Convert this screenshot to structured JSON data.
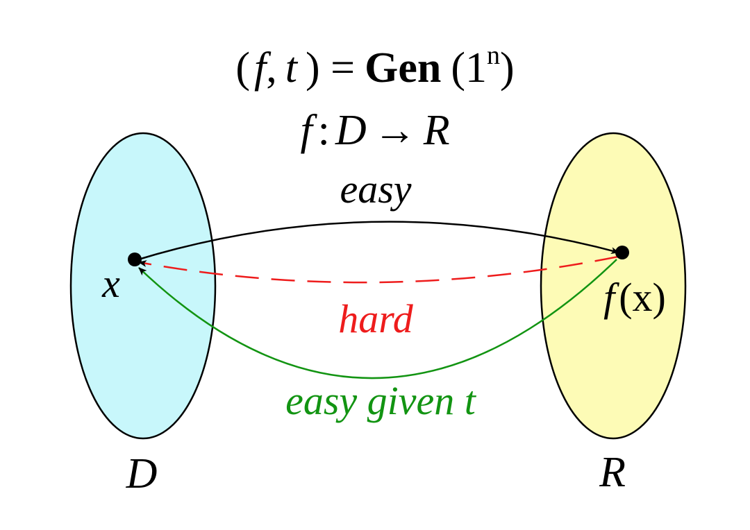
{
  "header": {
    "gen_left_paren": "(",
    "gen_f": "f",
    "gen_comma": ",",
    "gen_t": "t",
    "gen_right_paren_eq": ") =",
    "gen_word": "Gen",
    "gen_arg_open": "(1",
    "gen_superscript": "n",
    "gen_arg_close": ")",
    "map_f": "f",
    "map_colon": ":",
    "map_domain": "D",
    "map_arrow": "→",
    "map_range": "R"
  },
  "sets": {
    "domain_label": "D",
    "range_label": "R",
    "domain_fill": "#c8f7fb",
    "range_fill": "#fdfbb6"
  },
  "points": {
    "x_label": "x",
    "fx_f": "f",
    "fx_arg": "(x)"
  },
  "arrows": {
    "easy_label": "easy",
    "hard_label": "hard",
    "trapdoor_label": "easy given t",
    "easy_color": "#000000",
    "hard_color": "#ee1c1c",
    "trapdoor_color": "#129412"
  }
}
